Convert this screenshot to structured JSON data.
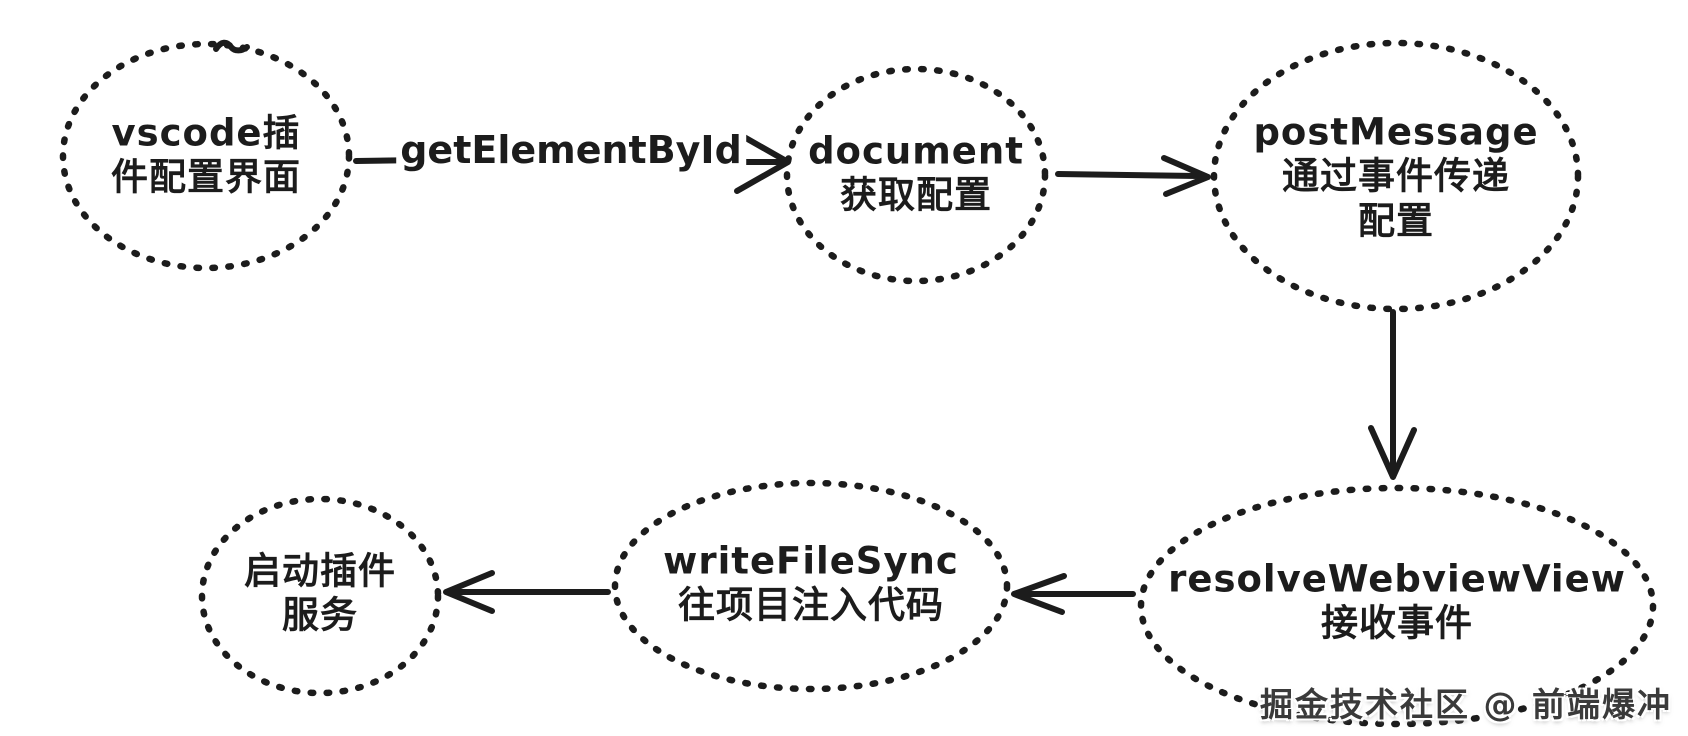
{
  "colors": {
    "ink": "#1c1c1c",
    "background": "#ffffff",
    "watermark_text": "#3a3a3a"
  },
  "diagram": {
    "nodes": [
      {
        "id": "vscode-plugin-config-ui",
        "label": "vscode插\n件配置界面"
      },
      {
        "id": "document-get-config",
        "label": "document\n获取配置"
      },
      {
        "id": "postmessage-pass-config",
        "label": "postMessage\n通过事件传递\n配置"
      },
      {
        "id": "resolvewebviewview-receive",
        "label": "resolveWebviewView\n接收事件"
      },
      {
        "id": "writefilesync-inject-code",
        "label": "writeFileSync\n往项目注入代码"
      },
      {
        "id": "start-plugin-service",
        "label": "启动插件\n服务"
      }
    ],
    "edges": [
      {
        "from": "vscode-plugin-config-ui",
        "to": "document-get-config",
        "label": "getElementById"
      },
      {
        "from": "document-get-config",
        "to": "postmessage-pass-config",
        "label": ""
      },
      {
        "from": "postmessage-pass-config",
        "to": "resolvewebviewview-receive",
        "label": ""
      },
      {
        "from": "resolvewebviewview-receive",
        "to": "writefilesync-inject-code",
        "label": ""
      },
      {
        "from": "writefilesync-inject-code",
        "to": "start-plugin-service",
        "label": ""
      }
    ],
    "watermark": "掘金技术社区 @ 前端爆冲"
  }
}
